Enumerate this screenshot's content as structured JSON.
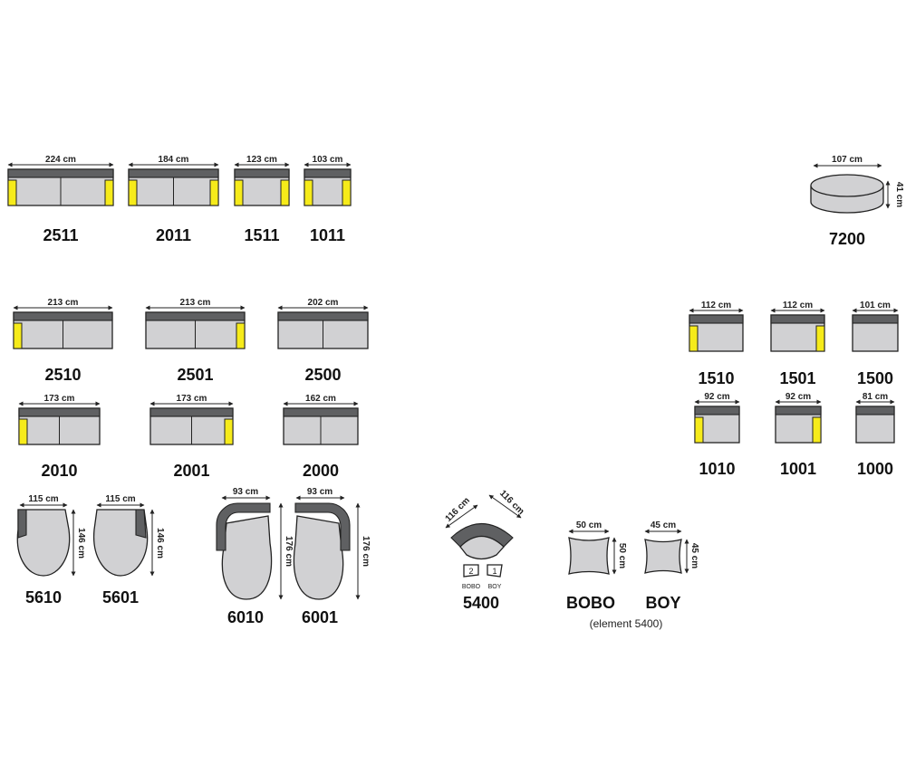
{
  "colors": {
    "seat": "#d1d1d3",
    "backrest": "#5f6062",
    "armrest": "#f6eb1a",
    "outline": "#222222"
  },
  "sofas": [
    {
      "code": "2511",
      "width": "224 cm",
      "arms": "both"
    },
    {
      "code": "2011",
      "width": "184 cm",
      "arms": "both"
    },
    {
      "code": "1511",
      "width": "123 cm",
      "arms": "both"
    },
    {
      "code": "1011",
      "width": "103 cm",
      "arms": "both"
    },
    {
      "code": "2510",
      "width": "213 cm",
      "arms": "left"
    },
    {
      "code": "2501",
      "width": "213 cm",
      "arms": "right"
    },
    {
      "code": "2500",
      "width": "202 cm",
      "arms": "none"
    },
    {
      "code": "2010",
      "width": "173 cm",
      "arms": "left"
    },
    {
      "code": "2001",
      "width": "173 cm",
      "arms": "right"
    },
    {
      "code": "2000",
      "width": "162 cm",
      "arms": "none"
    },
    {
      "code": "1510",
      "width": "112 cm",
      "arms": "left"
    },
    {
      "code": "1501",
      "width": "112 cm",
      "arms": "right"
    },
    {
      "code": "1500",
      "width": "101 cm",
      "arms": "none"
    },
    {
      "code": "1010",
      "width": "92 cm",
      "arms": "left"
    },
    {
      "code": "1001",
      "width": "92 cm",
      "arms": "right"
    },
    {
      "code": "1000",
      "width": "81 cm",
      "arms": "none"
    }
  ],
  "ottoman": {
    "code": "7200",
    "width": "107 cm",
    "height": "41 cm"
  },
  "chaises": [
    {
      "code": "5610",
      "width": "115 cm",
      "depth": "146 cm"
    },
    {
      "code": "5601",
      "width": "115 cm",
      "depth": "146 cm"
    },
    {
      "code": "6010",
      "width": "93 cm",
      "depth": "176 cm"
    },
    {
      "code": "6001",
      "width": "93 cm",
      "depth": "176 cm"
    }
  ],
  "corner": {
    "code": "5400",
    "side_a": "116 cm",
    "side_b": "116 cm",
    "piece_2": "2",
    "piece_1": "1",
    "piece_2_label": "BOBO",
    "piece_1_label": "BOY"
  },
  "elements": [
    {
      "code": "BOBO",
      "width": "50 cm",
      "depth": "50 cm"
    },
    {
      "code": "BOY",
      "width": "45 cm",
      "depth": "45 cm"
    }
  ],
  "elements_note": "(element 5400)"
}
